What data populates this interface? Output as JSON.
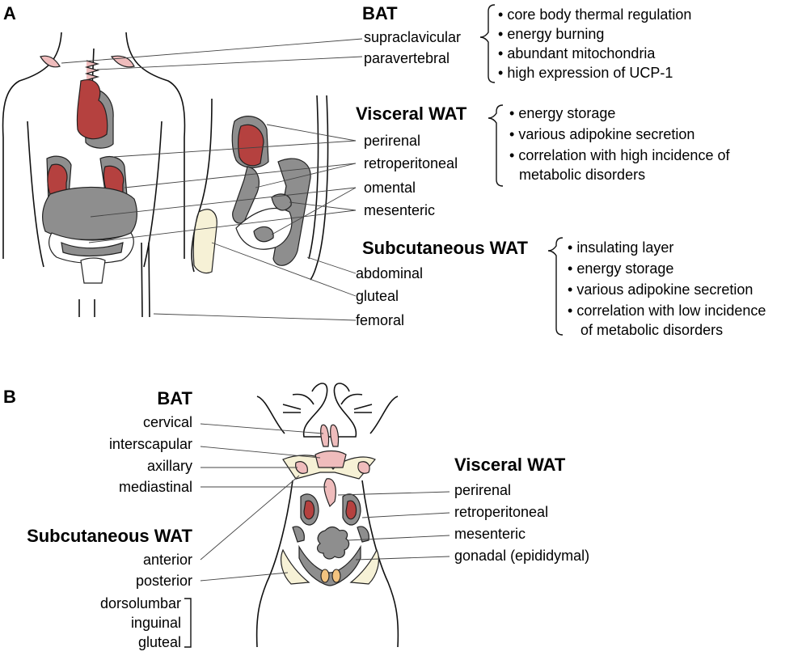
{
  "panel_a": {
    "letter": "A",
    "bat": {
      "heading": "BAT",
      "depots": [
        "supraclavicular",
        "paravertebral"
      ],
      "features": [
        "core body thermal regulation",
        "energy burning",
        "abundant mitochondria",
        "high expression of UCP-1"
      ]
    },
    "visceral": {
      "heading": "Visceral WAT",
      "depots": [
        "perirenal",
        "retroperitoneal",
        "omental",
        "mesenteric"
      ],
      "features": [
        "energy storage",
        "various adipokine secretion",
        "correlation with high incidence of",
        "metabolic disorders"
      ]
    },
    "subcutaneous": {
      "heading": "Subcutaneous WAT",
      "depots": [
        "abdominal",
        "gluteal",
        "femoral"
      ],
      "features": [
        "insulating layer",
        "energy storage",
        "various adipokine secretion",
        "correlation with low incidence",
        "of metabolic disorders"
      ]
    }
  },
  "panel_b": {
    "letter": "B",
    "bat": {
      "heading": "BAT",
      "depots": [
        "cervical",
        "interscapular",
        "axillary",
        "mediastinal"
      ]
    },
    "subcutaneous": {
      "heading": "Subcutaneous WAT",
      "depots": [
        "anterior",
        "posterior"
      ],
      "posterior_subdepots": [
        "dorsolumbar",
        "inguinal",
        "gluteal"
      ]
    },
    "visceral": {
      "heading": "Visceral WAT",
      "depots": [
        "perirenal",
        "retroperitoneal",
        "mesenteric",
        "gonadal (epididymal)"
      ]
    }
  },
  "colors": {
    "brown_fat": "#b5413f",
    "white_fat": "#8e8e8e",
    "bat_pink": "#efbcbc",
    "subcutaneous": "#f6f1d6",
    "gonadal": "#f3c37f"
  }
}
